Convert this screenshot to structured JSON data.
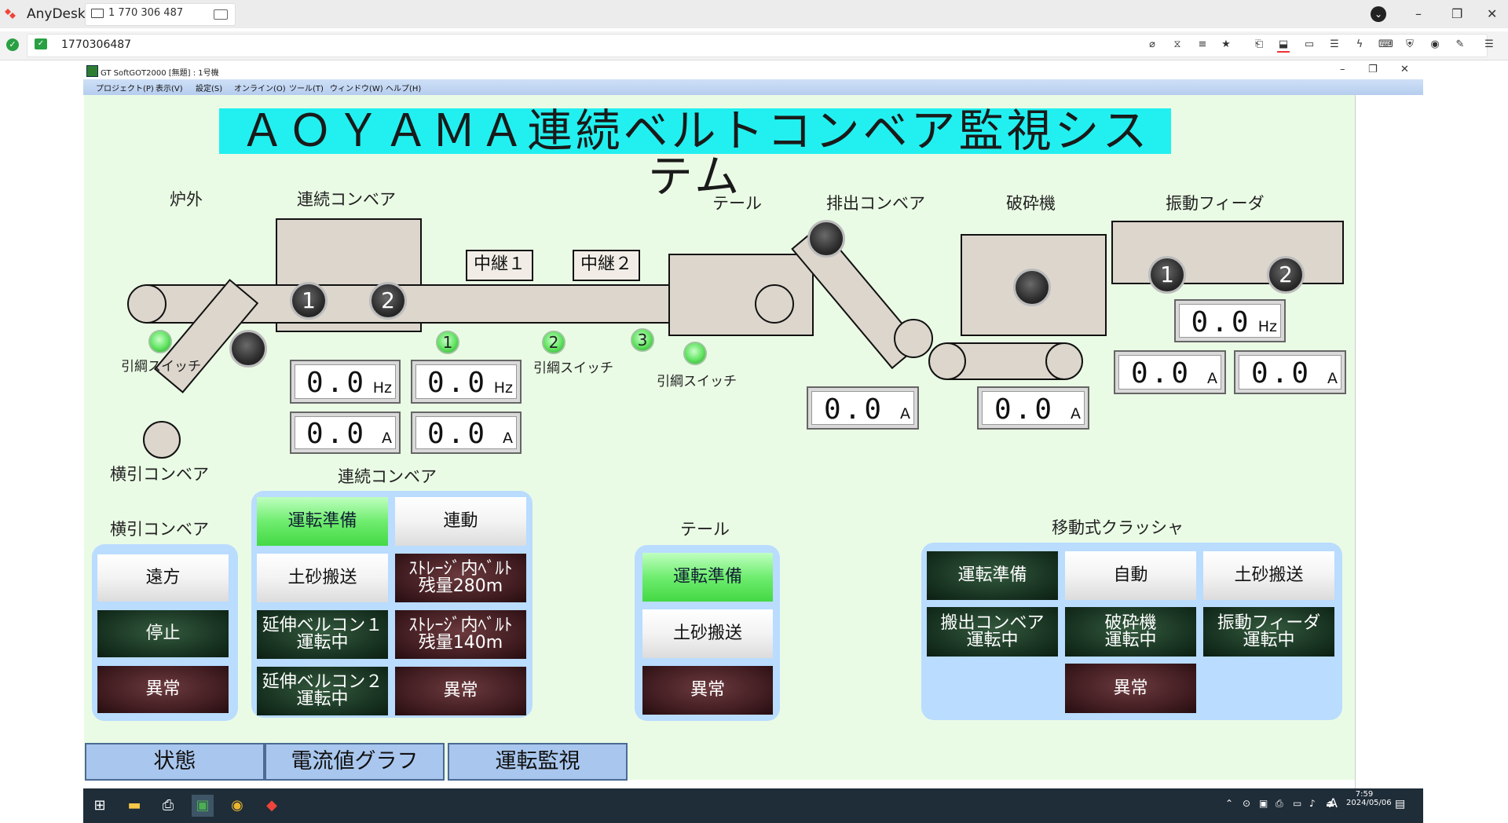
{
  "anydesk": {
    "app_name": "AnyDesk",
    "tab_label": "1 770 306 487",
    "address": "1770306487",
    "window_controls": [
      "–",
      "❐",
      "✕"
    ],
    "toolbar_icons": [
      "⌀",
      "⧖",
      "≡",
      "★",
      "⎗",
      "⬓",
      "▭",
      "☰",
      "ϟ",
      "⌨",
      "⛨",
      "◉",
      "✎",
      "☰"
    ]
  },
  "got": {
    "title": "GT SoftGOT2000 [無題] : 1号機",
    "window_controls": [
      "–",
      "❐",
      "✕"
    ],
    "menu": [
      "プロジェクト(P)",
      "表示(V)",
      "設定(S)",
      "オンライン(O)",
      "ツール(T)",
      "ウィンドウ(W)",
      "ヘルプ(H)"
    ]
  },
  "screen": {
    "title": "ＡＯＹＡＭＡ連続ベルトコンベア監視システム",
    "labels": {
      "rogai": "炉外",
      "renzoku_conveyor": "連続コンベア",
      "tail": "テール",
      "haishutsu_conveyor": "排出コンベア",
      "hasaiki": "破砕機",
      "shindo_feeder": "振動フィーダ",
      "yokobiki_conveyor": "横引コンベア",
      "chukei1": "中継１",
      "chukei2": "中継２"
    },
    "pull_switch": "引綱スイッチ",
    "motors": {
      "m1": "1",
      "m2": "2",
      "f1": "1",
      "f2": "2"
    },
    "lamps": {
      "l1": "1",
      "l2": "2",
      "l3": "3"
    },
    "meters": [
      {
        "value": "0.0",
        "unit": "Hz"
      },
      {
        "value": "0.0",
        "unit": "Hz"
      },
      {
        "value": "0.0",
        "unit": "A"
      },
      {
        "value": "0.0",
        "unit": "A"
      },
      {
        "value": "0.0",
        "unit": "A"
      },
      {
        "value": "0.0",
        "unit": "A"
      },
      {
        "value": "0.0",
        "unit": "Hz"
      },
      {
        "value": "0.0",
        "unit": "A"
      },
      {
        "value": "0.0",
        "unit": "A"
      }
    ],
    "groups": {
      "yokobiki": {
        "title": "横引コンベア",
        "buttons": [
          "遠方",
          "停止",
          "異常"
        ]
      },
      "renzoku": {
        "title": "連続コンベア",
        "buttons": [
          "運転準備",
          "連動",
          "土砂搬送",
          "ｽﾄﾚｰｼﾞ内ﾍﾞﾙﾄ\n残量280m",
          "延伸ベルコン１\n運転中",
          "ｽﾄﾚｰｼﾞ内ﾍﾞﾙﾄ\n残量140m",
          "延伸ベルコン２\n運転中",
          "異常"
        ]
      },
      "tail": {
        "title": "テール",
        "buttons": [
          "運転準備",
          "土砂搬送",
          "異常"
        ]
      },
      "crusher": {
        "title": "移動式クラッシャ",
        "buttons": [
          "運転準備",
          "自動",
          "土砂搬送",
          "搬出コンベア\n運転中",
          "破砕機\n運転中",
          "振動フィーダ\n運転中",
          "異常"
        ]
      }
    },
    "tabs": [
      "状態",
      "電流値グラフ",
      "運転監視"
    ]
  },
  "taskbar": {
    "time": "7:59",
    "date": "2024/05/06",
    "ime": "A"
  }
}
